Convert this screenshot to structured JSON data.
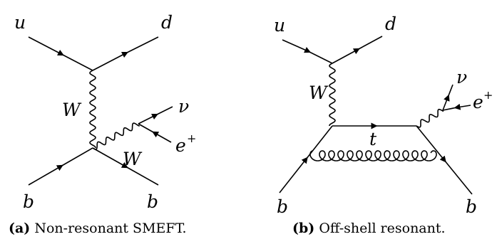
{
  "diagram_a": {
    "labels": {
      "u": "u",
      "d": "d",
      "nu": "ν",
      "e": "e",
      "e_charge": "+",
      "w_vertical": "W",
      "w_horizontal": "W",
      "b_in": "b",
      "b_out": "b"
    },
    "caption": {
      "tag": "(a)",
      "text": "Non-resonant SMEFT."
    }
  },
  "diagram_b": {
    "labels": {
      "u": "u",
      "d": "d",
      "nu": "ν",
      "e": "e",
      "e_charge": "+",
      "w": "W",
      "t": "t",
      "b_in": "b",
      "b_out": "b"
    },
    "caption": {
      "tag": "(b)",
      "text": "Off-shell resonant."
    }
  }
}
